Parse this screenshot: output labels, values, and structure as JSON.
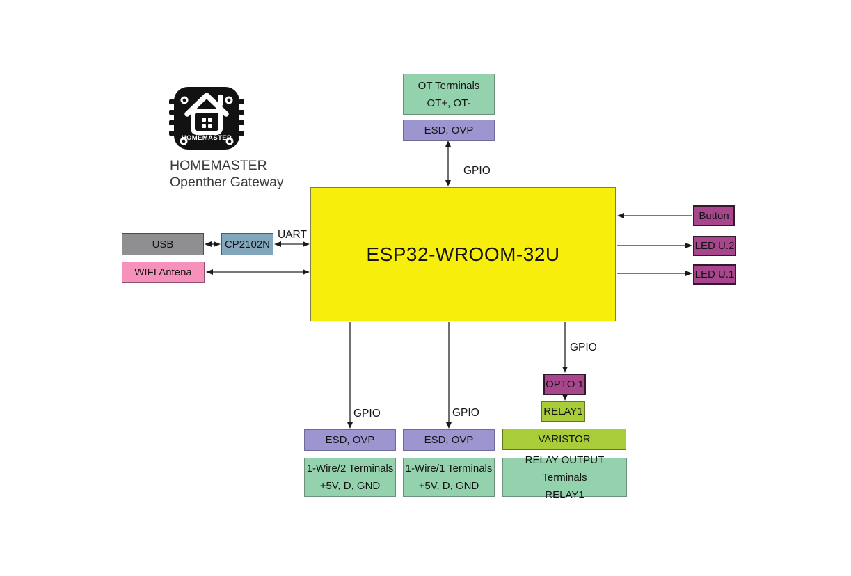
{
  "diagram_title": "HOMEMASTER Openther Gateway",
  "palette": {
    "esp_yellow": "#f7ee0c",
    "terminal_green": "#94d2ad",
    "protection_purple": "#9c95d0",
    "io_magenta": "#a7468c",
    "relay_yellowgreen": "#a8cd38",
    "usb_gray": "#8f8f91",
    "bridge_bluegray": "#82a6bb",
    "wifi_pink": "#f591ba"
  },
  "logo": {
    "chip_label": "HOMEMASTER",
    "caption_line1": "HOMEMASTER",
    "caption_line2": "Openther Gateway"
  },
  "blocks": {
    "ot_terminals": {
      "line1": "OT Terminals",
      "line2": "OT+, OT-"
    },
    "esd_ovp_ot": {
      "label": "ESD, OVP"
    },
    "esp32": {
      "label": "ESP32-WROOM-32U"
    },
    "usb": {
      "label": "USB"
    },
    "cp2102n": {
      "label": "CP2102N"
    },
    "wifi_antenna": {
      "label": "WIFI Antena"
    },
    "button": {
      "label": "Button"
    },
    "led_u2": {
      "label": "LED U.2"
    },
    "led_u1": {
      "label": "LED U.1"
    },
    "opto1": {
      "label": "OPTO 1"
    },
    "relay1": {
      "label": "RELAY1"
    },
    "varistor": {
      "label": "VARISTOR"
    },
    "relay_output_terminals": {
      "line1": "RELAY OUTPUT Terminals",
      "line2": "RELAY1"
    },
    "esd_ovp_wire2": {
      "label": "ESD, OVP"
    },
    "esd_ovp_wire1": {
      "label": "ESD, OVP"
    },
    "wire2_terminals": {
      "line1": "1-Wire/2 Terminals",
      "line2": "+5V, D, GND"
    },
    "wire1_terminals": {
      "line1": "1-Wire/1 Terminals",
      "line2": "+5V, D, GND"
    }
  },
  "bus_labels": {
    "uart": "UART",
    "gpio_ot": "GPIO",
    "gpio_wire2": "GPIO",
    "gpio_wire1": "GPIO",
    "gpio_relay": "GPIO"
  }
}
